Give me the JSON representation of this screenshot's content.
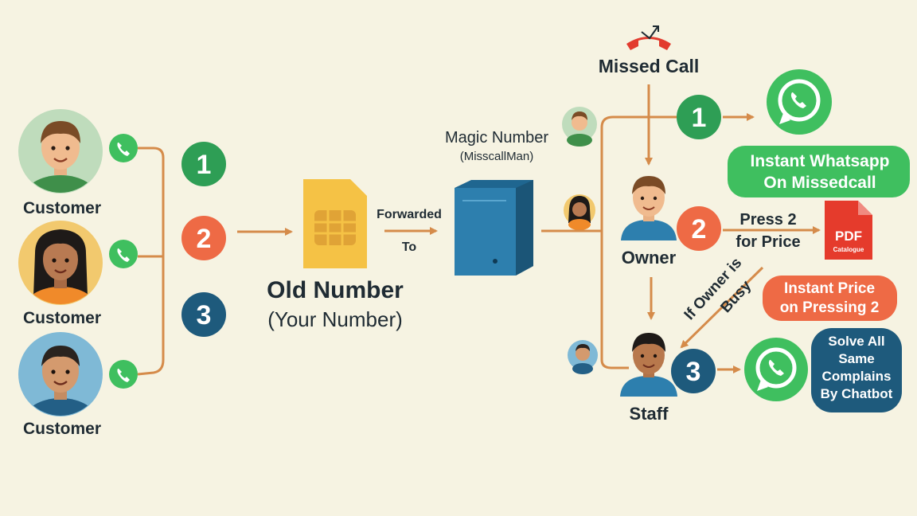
{
  "customers": [
    {
      "label": "Customer",
      "number": "1",
      "colors": {
        "bg": "#bfdcbc",
        "shirt": "#3f8f4a",
        "hair": "#7a4b26"
      }
    },
    {
      "label": "Customer",
      "number": "2",
      "colors": {
        "bg": "#f2c96e",
        "shirt": "#f08a2a",
        "hair": "#1e1a18"
      }
    },
    {
      "label": "Customer",
      "number": "3",
      "colors": {
        "bg": "#7fb9d6",
        "shirt": "#235f86",
        "hair": "#2a231f"
      }
    }
  ],
  "sim": {
    "title": "Old Number",
    "subtitle": "(Your Number)"
  },
  "forward": {
    "line1": "Forwarded",
    "line2": "To"
  },
  "magic": {
    "title": "Magic Number",
    "subtitle": "(MisscallMan)"
  },
  "missed_call": {
    "label": "Missed Call",
    "icon": "missed-call-icon"
  },
  "owner": {
    "label": "Owner"
  },
  "staff": {
    "label": "Staff"
  },
  "steps": {
    "one": "1",
    "two": "2",
    "three": "3"
  },
  "whatsapp_box": {
    "line1": "Instant Whatsapp",
    "line2": "On Missedcall"
  },
  "press": {
    "line1": "Press 2",
    "line2": "for Price"
  },
  "pdf": {
    "line1": "PDF",
    "line2": "Catalogue"
  },
  "busy": {
    "line1": "If Owner is",
    "line2": "Busy"
  },
  "price_box": {
    "line1": "Instant Price",
    "line2": "on Pressing 2"
  },
  "chatbot_box": {
    "line1": "Solve All",
    "line2": "Same",
    "line3": "Complains",
    "line4": "By Chatbot"
  },
  "colors": {
    "green": "#2e9e55",
    "orange": "#ee6a45",
    "blue": "#1e5a7c",
    "arrow": "#d58b4a",
    "whatsapp": "#3fbf5f",
    "sim": "#f5c245",
    "server": "#2d7fae"
  }
}
